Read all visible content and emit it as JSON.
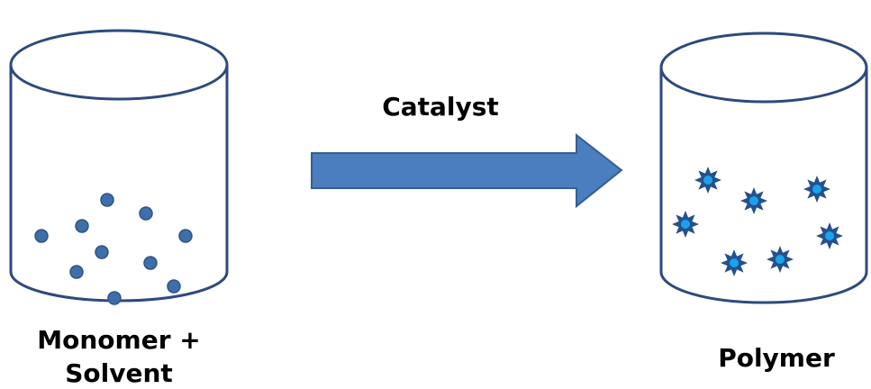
{
  "left_container": {
    "label_line1": "Monomer +",
    "label_line2": "Solvent"
  },
  "arrow": {
    "label": "Catalyst"
  },
  "right_container": {
    "label": "Polymer"
  },
  "colors": {
    "outline": "#2e4a7d",
    "arrow_fill": "#4a7ebf",
    "arrow_stroke": "#355f91",
    "dot_fill": "#3f6ea8",
    "star_fill": "#24508f",
    "star_core": "#1aa3ea"
  }
}
